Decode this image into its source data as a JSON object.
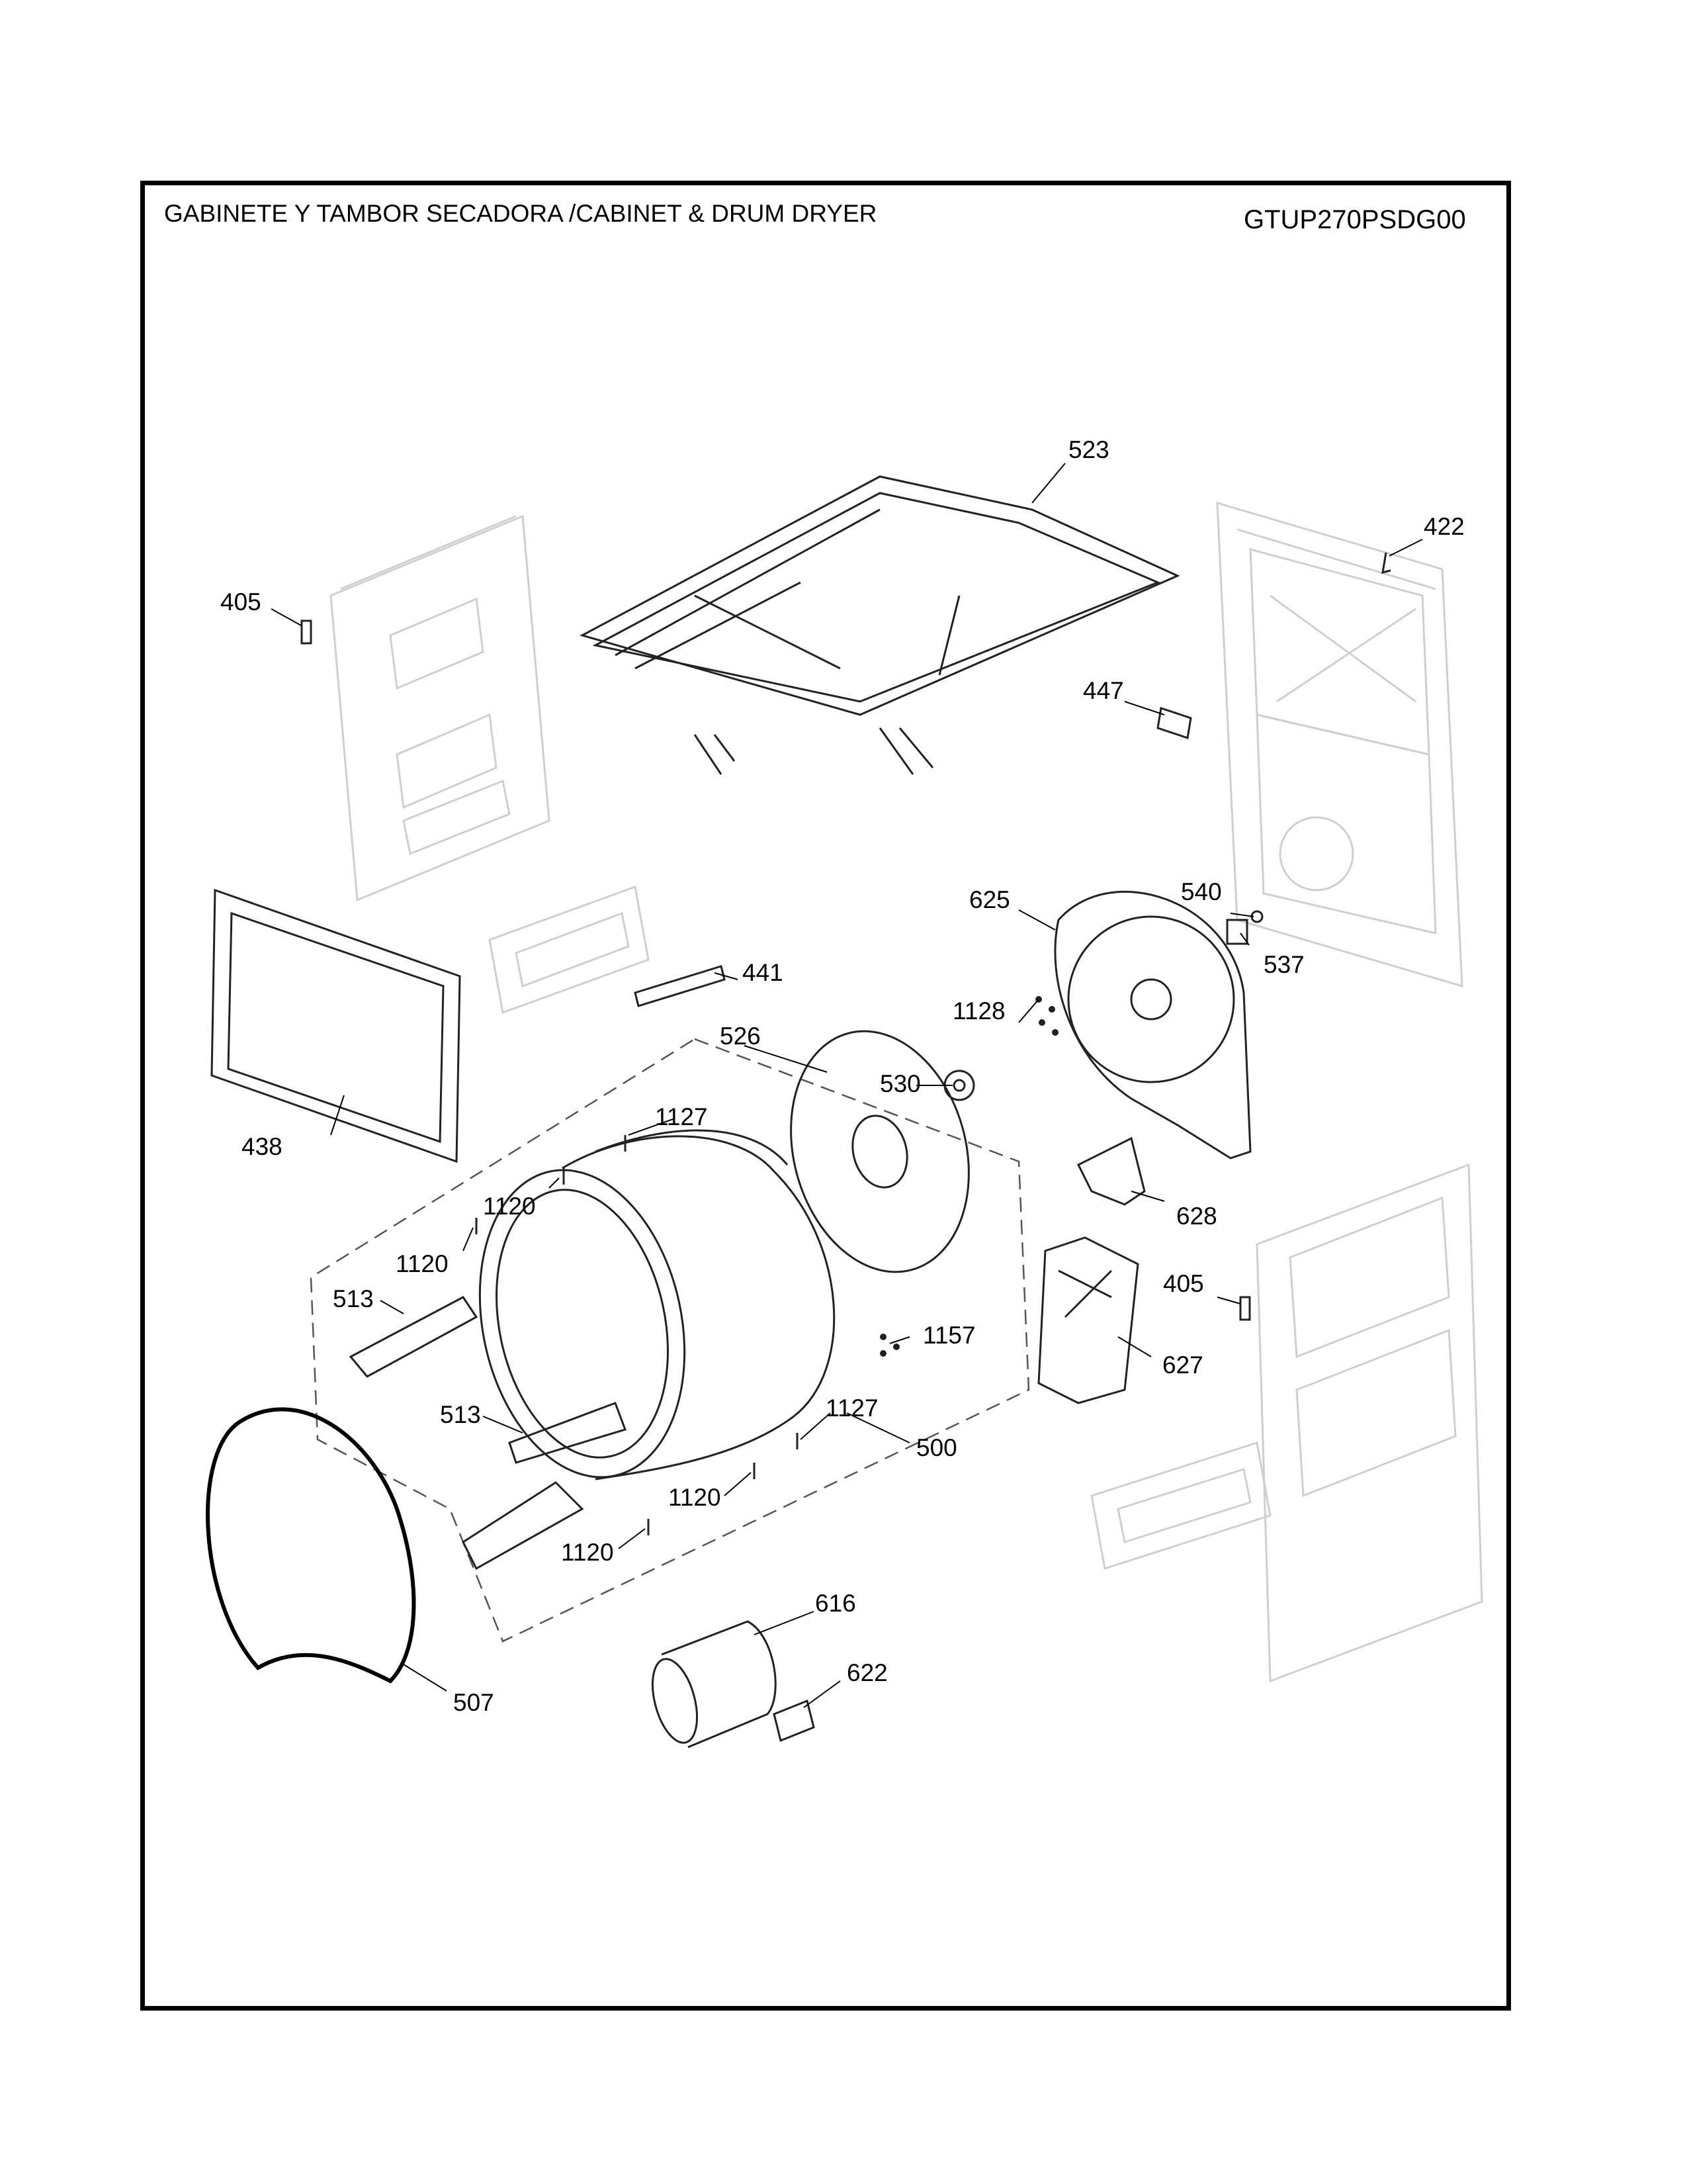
{
  "header": {
    "title": "GABINETE Y TAMBOR SECADORA /CABINET & DRUM  DRYER",
    "model": "GTUP270PSDG00"
  },
  "callouts": {
    "c523": "523",
    "c422": "422",
    "c405a": "405",
    "c447": "447",
    "c625": "625",
    "c540": "540",
    "c537": "537",
    "c441": "441",
    "c1128": "1128",
    "c438": "438",
    "c526": "526",
    "c530": "530",
    "c1127a": "1127",
    "c1120a": "1120",
    "c628": "628",
    "c1120b": "1120",
    "c405b": "405",
    "c513a": "513",
    "c627": "627",
    "c1157": "1157",
    "c513b": "513",
    "c1127b": "1127",
    "c500": "500",
    "c1120c": "1120",
    "c1120d": "1120",
    "c616": "616",
    "c622": "622",
    "c507": "507"
  }
}
